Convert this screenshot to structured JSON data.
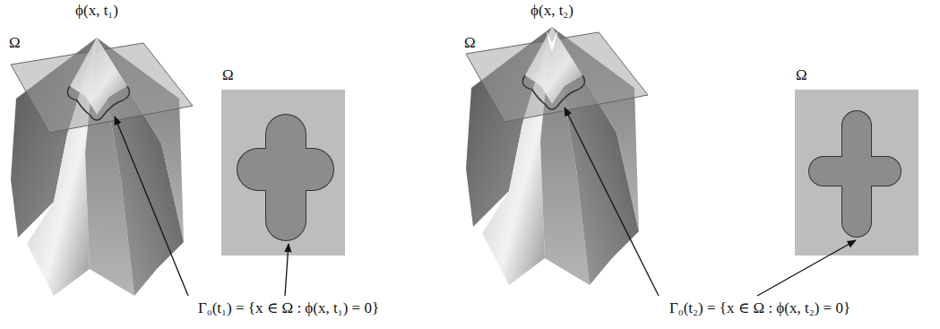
{
  "diagram": {
    "labels": [
      "ϕ(x, t₁)",
      "Ω",
      "Ω",
      "Γ₀(t₁) = {x ∈ Ω : ϕ(x, t₁) = 0}",
      "ϕ(x, t₂)",
      "Ω",
      "Ω",
      "Γ₀(t₂) = {x ∈ Ω : ϕ(x, t₂) = 0}"
    ]
  }
}
